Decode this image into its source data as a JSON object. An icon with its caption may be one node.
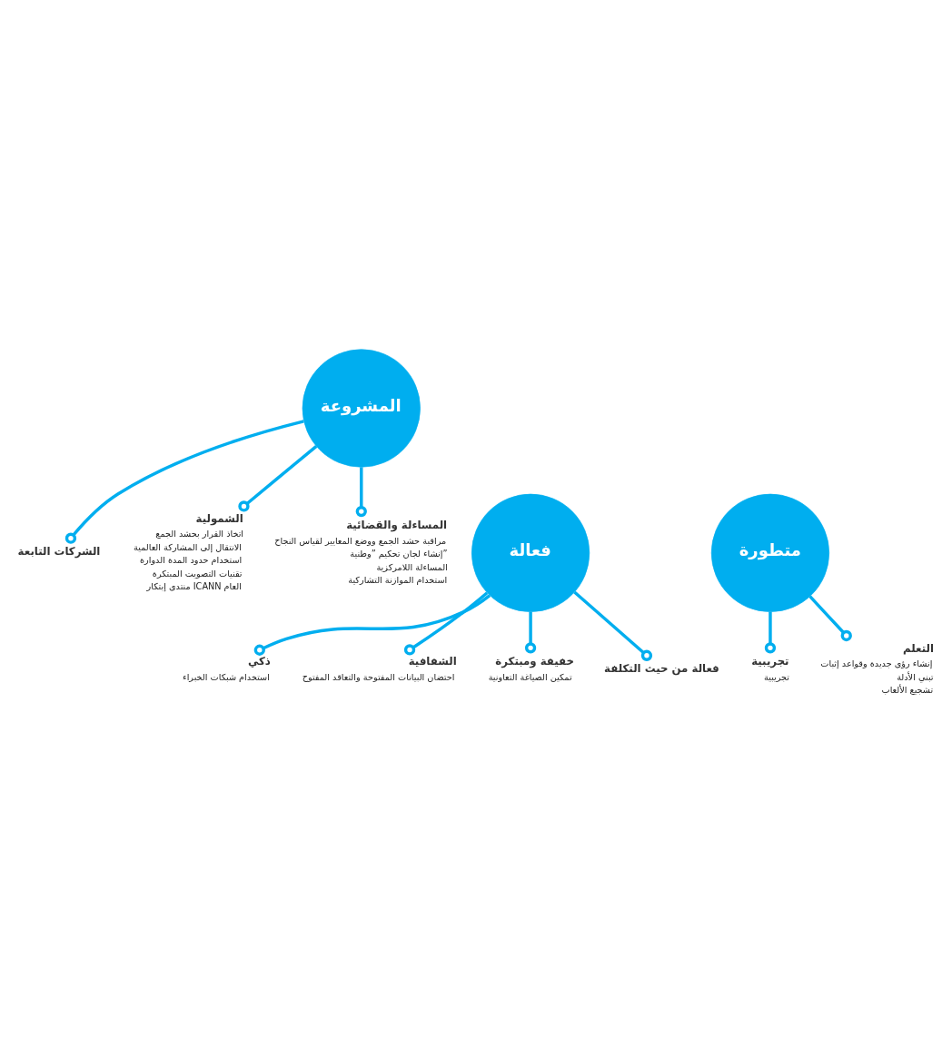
{
  "diagram": {
    "nodes": [
      {
        "text": [
          "المشروعة"
        ]
      },
      {
        "text": [
          "الشركات التابعة"
        ]
      },
      {
        "text": [
          "الشمولية",
          "اتخاذ القرار بحشد الجمع",
          "الانتقال إلى المشاركة العالمية",
          "استخدام حدود المدة الدوارة",
          "تقنيات التصويت المبتكرة",
          "منتدى إبتكار ICANN العام"
        ]
      },
      {
        "text": [
          "المساءلة والقضائية",
          "مراقبة حشد الجمع ووضع المعايير لقياس النجاح",
          "إنشاء لجان تحكيم ”وطنية”",
          "المساءلة اللامركزية",
          "استخدام الموازنة التشاركية"
        ]
      },
      {
        "text": [
          "فعالة"
        ]
      },
      {
        "text": [
          "متطورة"
        ]
      },
      {
        "text": [
          "ذكي",
          "استخدام شبكات الخبراء"
        ]
      },
      {
        "text": [
          "الشفافية",
          "احتضان البيانات المفتوحة والتعاقد المفتوح"
        ]
      },
      {
        "text": [
          "خفيفة ومبتكرة",
          "تمكين الصياغة التعاونية"
        ]
      },
      {
        "text": [
          "فعالة من حيث التكلفة"
        ]
      },
      {
        "text": [
          "تجريبية",
          "تجريبية"
        ]
      },
      {
        "text": [
          "التعلم",
          "إنشاء رؤى جديدة وقواعد إثبات",
          "تبني الأدلة",
          "تشجيع الألعاب"
        ]
      }
    ],
    "edges": [
      {
        "from": 0,
        "to": 1,
        "arrow": "other"
      },
      {
        "from": 0,
        "to": 2,
        "arrow": "other"
      },
      {
        "from": 0,
        "to": 3,
        "arrow": "other"
      },
      {
        "from": 4,
        "to": 6,
        "arrow": "other"
      },
      {
        "from": 4,
        "to": 7,
        "arrow": "other"
      },
      {
        "from": 4,
        "to": 8,
        "arrow": "other"
      },
      {
        "from": 4,
        "to": 9,
        "arrow": "other"
      },
      {
        "from": 5,
        "to": 10,
        "arrow": "other"
      },
      {
        "from": 5,
        "to": 11,
        "arrow": "other"
      }
    ]
  }
}
